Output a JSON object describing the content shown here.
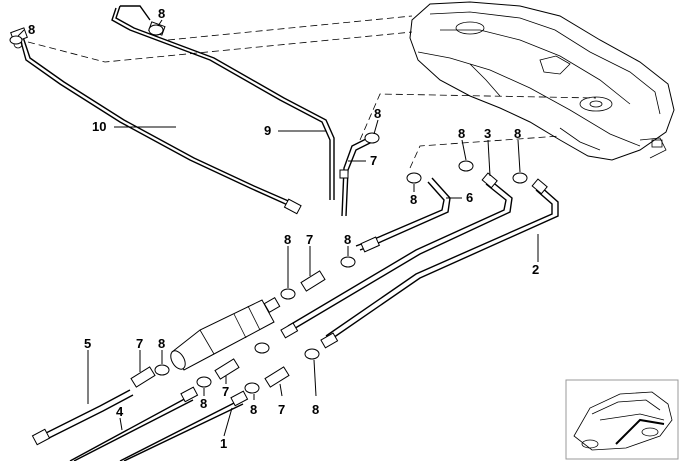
{
  "callouts": {
    "c1": "1",
    "c2": "2",
    "c3": "3",
    "c4": "4",
    "c5": "5",
    "c6": "6",
    "c7": "7",
    "c8": "8",
    "c9": "9",
    "c10": "10"
  },
  "icons": {
    "tank": "fuel-tank-icon",
    "filter": "fuel-filter-icon",
    "car": "car-thumbnail-icon"
  }
}
